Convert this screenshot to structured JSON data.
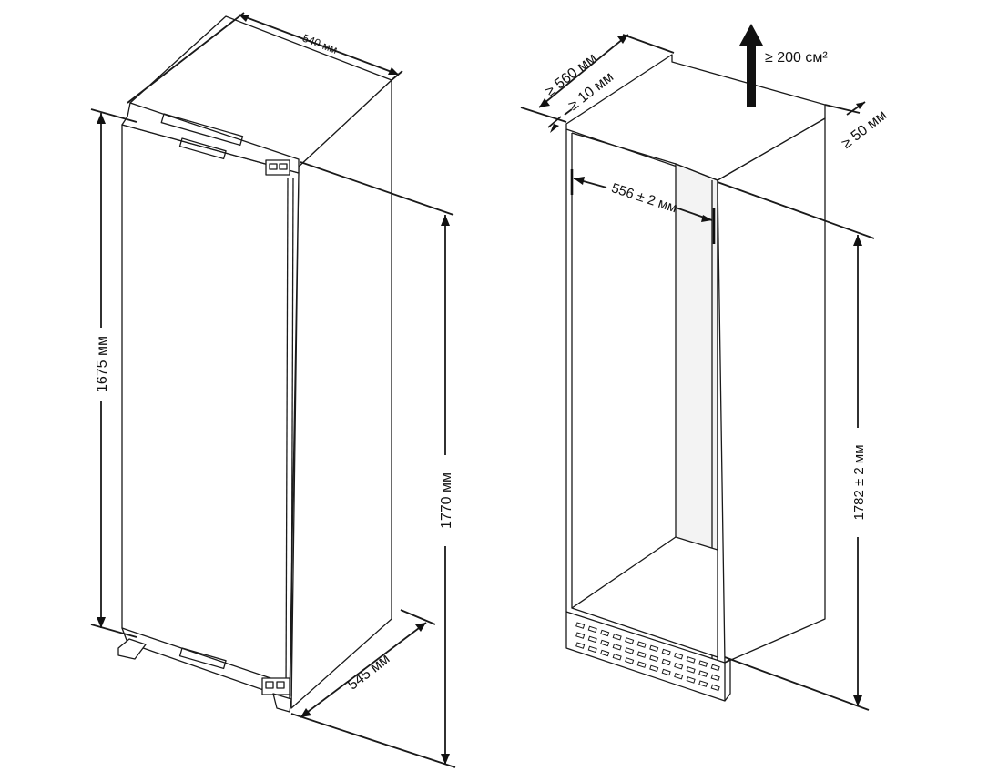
{
  "labels": {
    "fridge_width": "540 мм",
    "fridge_height": "1675 мм",
    "overall_height": "1770 мм",
    "fridge_depth": "545 мм",
    "niche_depth": "≥ 560 мм",
    "side_gap": "≥ 10 мм",
    "vent_area": "≥ 200 см²",
    "rear_gap": "≥ 50 мм",
    "niche_width": "556 ± 2 мм",
    "niche_height": "1782 ± 2 мм"
  }
}
